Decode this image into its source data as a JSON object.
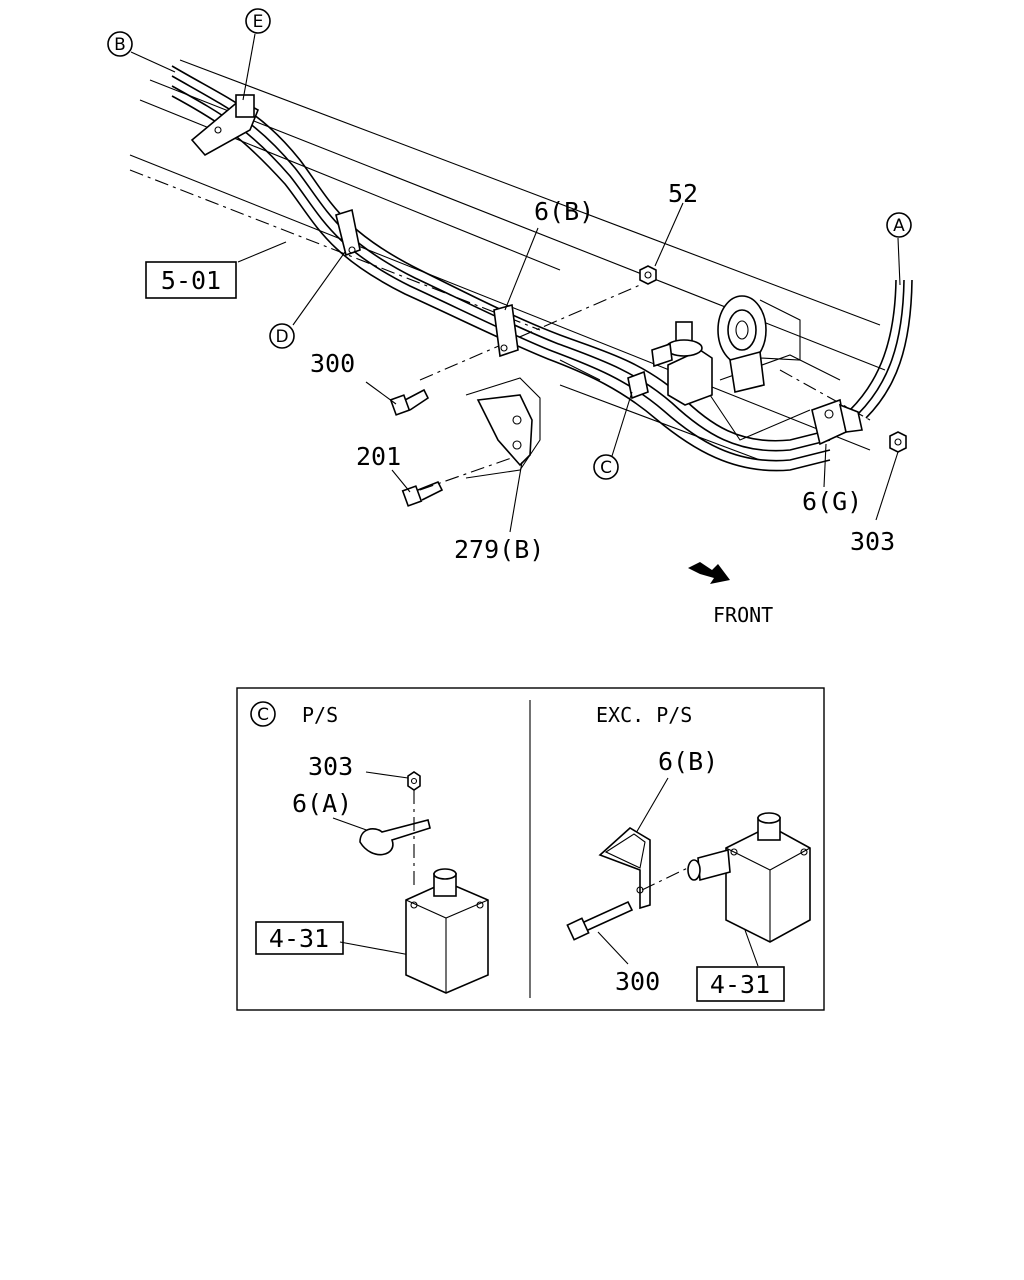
{
  "main": {
    "callouts": {
      "b": "B",
      "e": "E",
      "d": "D",
      "a": "A",
      "c": "C"
    },
    "labels": {
      "ref_501": "5-01",
      "p52": "52",
      "p6b": "6(B)",
      "p300": "300",
      "p201": "201",
      "p279b": "279(B)",
      "p6g": "6(G)",
      "p303": "303",
      "front": "FRONT"
    }
  },
  "detail": {
    "callout": "C",
    "left": {
      "title": "P/S",
      "p303": "303",
      "p6a": "6(A)",
      "ref": "4-31"
    },
    "right": {
      "title": "EXC. P/S",
      "p6b": "6(B)",
      "p300": "300",
      "ref": "4-31"
    }
  }
}
